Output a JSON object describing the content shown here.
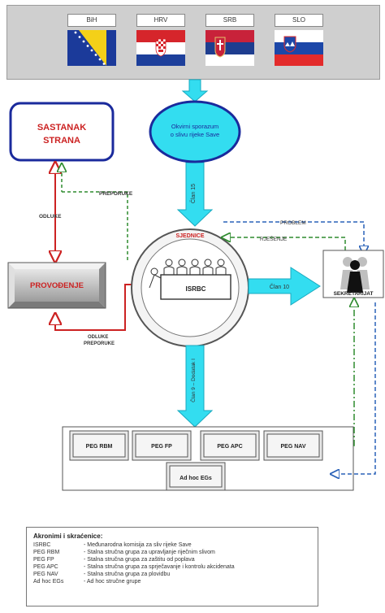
{
  "countries": [
    {
      "code": "BiH"
    },
    {
      "code": "HRV"
    },
    {
      "code": "SRB"
    },
    {
      "code": "SLO"
    }
  ],
  "nodes": {
    "sastanak": "SASTANAK STRANA",
    "okvirni": "Okvirni sporazum o slivu rijeke Save",
    "provodenje": "PROVOĐENJE",
    "isrbc": "ISRBC",
    "sjednice": "SJEDNICE",
    "sekretarijat": "SEKRETARIJAT",
    "peg_rbm": "PEG RBM",
    "peg_fp": "PEG FP",
    "peg_apc": "PEG APC",
    "peg_nav": "PEG NAV",
    "adhoc": "Ad hoc EGs"
  },
  "edges": {
    "clan15": "Član 15",
    "preporuke": "PREPORUKE",
    "odluke": "ODLUKE",
    "problem": "PROBLEM",
    "rjesenje": "RJEŠENJE",
    "clan10": "Član 10",
    "odluke_preporuke_1": "ODLUKE",
    "odluke_preporuke_2": "PREPORUKE",
    "clan9": "Član 9 – Dodatak I"
  },
  "legend": {
    "title": "Akronimi i skraćenice:",
    "rows": [
      {
        "k": "ISRBC",
        "v": "- Međunarodna komisija za sliv rijeke Save"
      },
      {
        "k": "PEG RBM",
        "v": "- Stalna stručna grupa za upravljanje riječnim slivom"
      },
      {
        "k": "PEG FP",
        "v": "- Stalna stručna grupa za zaštitu od poplava"
      },
      {
        "k": "PEG APC",
        "v": "- Stalna stručna grupa za sprječavanje i kontrolu akcidenata"
      },
      {
        "k": "PEG NAV",
        "v": "- Stalna stručna grupa za plovidbu"
      },
      {
        "k": "Ad hoc EGs",
        "v": "- Ad hoc stručne grupe"
      }
    ]
  },
  "colors": {
    "cyan": "#33ddf0",
    "red": "#cc2222",
    "navy": "#1a2a9c",
    "green": "#2e8b2e",
    "blue": "#2a62b8"
  }
}
